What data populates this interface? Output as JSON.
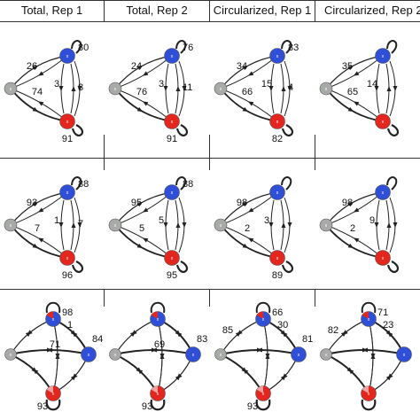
{
  "headers": [
    "Total, Rep 1",
    "Total, Rep 2",
    "Circularized, Rep 1",
    "Circularized, Rep 2"
  ],
  "colors": {
    "gray": "#a7aaa6",
    "blue": "#2f4fd8",
    "red": "#e4261f",
    "edge": "#222222",
    "pink": "#f2a0a0",
    "white": "#ffffff"
  },
  "node_label": "x",
  "rows": [
    {
      "layout": "triangle",
      "cells": [
        {
          "blue_self": "80",
          "red_self": "91",
          "gray_blue": "26",
          "gray_red": "74",
          "inner_left": "3",
          "inner_right": "8"
        },
        {
          "blue_self": "76",
          "red_self": "91",
          "gray_blue": "24",
          "gray_red": "76",
          "inner_left": "3",
          "inner_right": "11"
        },
        {
          "blue_self": "83",
          "red_self": "82",
          "gray_blue": "34",
          "gray_red": "66",
          "inner_left": "15",
          "inner_right": "4"
        },
        {
          "blue_self": "",
          "red_self": "",
          "gray_blue": "35",
          "gray_red": "65",
          "inner_left": "14",
          "inner_right": ""
        }
      ]
    },
    {
      "layout": "triangle",
      "cells": [
        {
          "blue_self": "88",
          "red_self": "96",
          "gray_blue": "93",
          "gray_red": "7",
          "inner_left": "1",
          "inner_right": "7"
        },
        {
          "blue_self": "88",
          "red_self": "95",
          "gray_blue": "95",
          "gray_red": "5",
          "inner_left": "5",
          "inner_right": ""
        },
        {
          "blue_self": "",
          "red_self": "89",
          "gray_blue": "98",
          "gray_red": "2",
          "inner_left": "3",
          "inner_right": ""
        },
        {
          "blue_self": "",
          "red_self": "",
          "gray_blue": "98",
          "gray_red": "2",
          "inner_left": "9",
          "inner_right": ""
        }
      ]
    },
    {
      "layout": "diamond",
      "cells": [
        {
          "top_self": "98",
          "top_label": "1",
          "left_top": "",
          "center": "71",
          "right": "84",
          "left_bottom": "",
          "bottom_self": "93"
        },
        {
          "top_self": "",
          "top_label": "",
          "left_top": "",
          "center": "69",
          "right": "83",
          "left_bottom": "",
          "bottom_self": "93"
        },
        {
          "top_self": "66",
          "top_label": "30",
          "left_top": "85",
          "center": "",
          "right": "81",
          "left_bottom": "",
          "bottom_self": "93"
        },
        {
          "top_self": "71",
          "top_label": "23",
          "left_top": "82",
          "center": "",
          "right": "",
          "left_bottom": "",
          "bottom_self": ""
        }
      ]
    }
  ]
}
